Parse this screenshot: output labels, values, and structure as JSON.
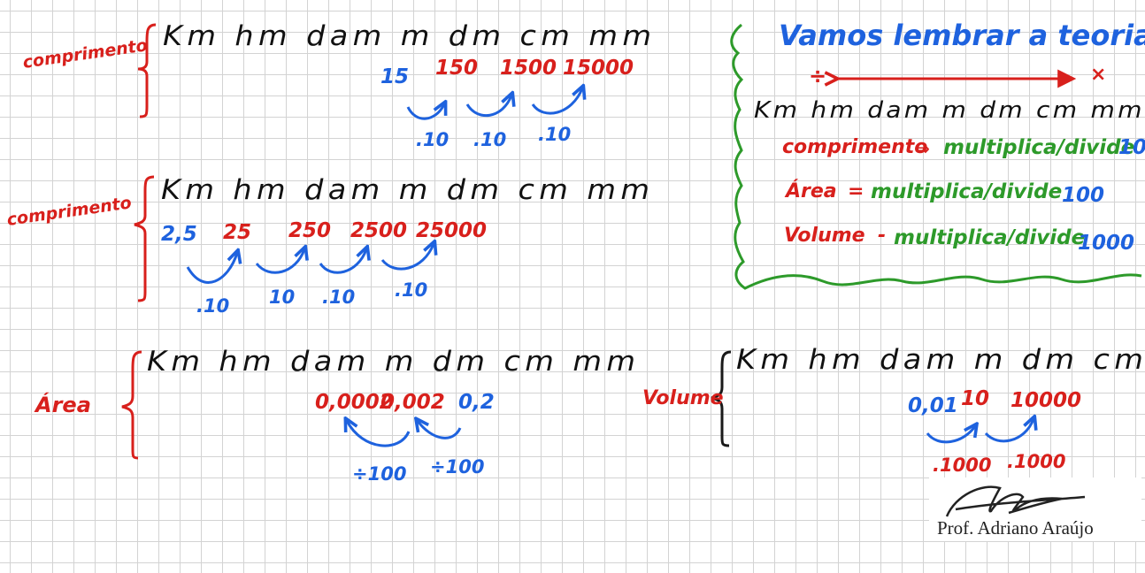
{
  "colors": {
    "ink": "#111111",
    "red": "#d8201c",
    "blue": "#1e62de",
    "green": "#2d9a2a",
    "grid": "#d3d3d3"
  },
  "row1": {
    "label": "comprimento",
    "units": "Km hm dam m dm cm mm",
    "values": [
      "15",
      "150",
      "1500",
      "15000"
    ],
    "ops": [
      ".10",
      ".10",
      ".10"
    ]
  },
  "row2": {
    "label": "comprimento",
    "units": "Km hm dam m dm cm mm",
    "values": [
      "2,5",
      "25",
      "250",
      "2500",
      "25000"
    ],
    "ops": [
      ".10",
      "10",
      ".10",
      ".10"
    ]
  },
  "row3": {
    "label": "Área",
    "units": "Km hm dam m dm cm mm",
    "values": [
      "0,0002",
      "0,002",
      "0,2"
    ],
    "ops": [
      "÷100",
      "÷100"
    ]
  },
  "row4": {
    "label": "Volume",
    "units": "Km hm dam m dm cm mm",
    "values": [
      "0,01",
      "10",
      "10000"
    ],
    "ops": [
      ".1000",
      ".1000"
    ]
  },
  "theory": {
    "title": "Vamos lembrar a teoria",
    "divide_sign": "÷",
    "multiply_sign": "×",
    "units": "Km hm dam m dm cm mm",
    "line1_label": "comprimento",
    "line1_text": "multiplica/divide",
    "line1_factor": "10",
    "line2_label": "Área",
    "line2_text": "multiplica/divide",
    "line2_factor": "100",
    "line3_label": "Volume",
    "line3_text": "multiplica/divide",
    "line3_factor": "1000"
  },
  "signature": {
    "name": "Prof. Adriano Araújo"
  }
}
